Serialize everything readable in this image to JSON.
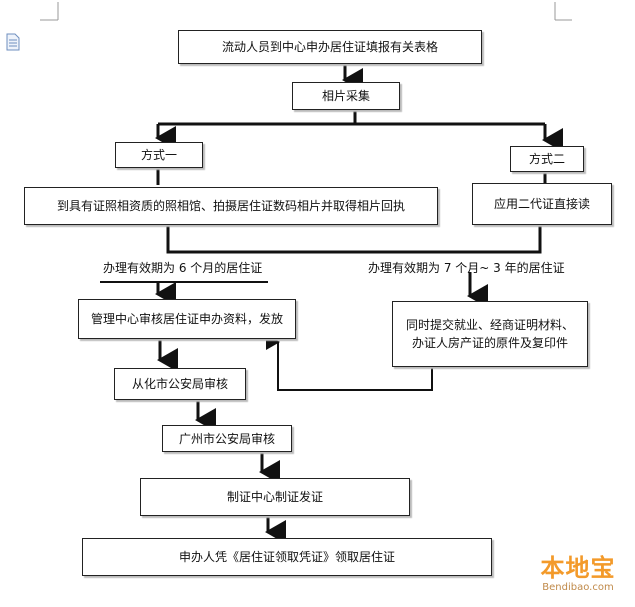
{
  "flowchart": {
    "step_fill_form": "流动人员到中心申办居住证填报有关表格",
    "step_photo": "相片采集",
    "method_one": "方式一",
    "method_two": "方式二",
    "method_one_desc": "到具有证照相资质的照相馆、拍摄居住证数码相片并取得相片回执",
    "method_two_desc": "应用二代证直接读",
    "validity_six_months": "办理有效期为 6 个月的居住证",
    "validity_seven_months_three_years": "办理有效期为 7 个月~ 3 年的居住证",
    "step_center_review": "管理中心审核居住证申办资料，发放",
    "step_submit_docs_line1": "同时提交就业、经商证明材料、",
    "step_submit_docs_line2": "办证人房产证的原件及复印件",
    "step_conghua_police": "从化市公安局审核",
    "step_guangzhou_police": "广州市公安局审核",
    "step_make_card": "制证中心制证发证",
    "step_collect": "申办人凭《居住证领取凭证》领取居住证"
  },
  "watermark": {
    "brand": "本地宝",
    "domain": "Bendibao.com"
  }
}
